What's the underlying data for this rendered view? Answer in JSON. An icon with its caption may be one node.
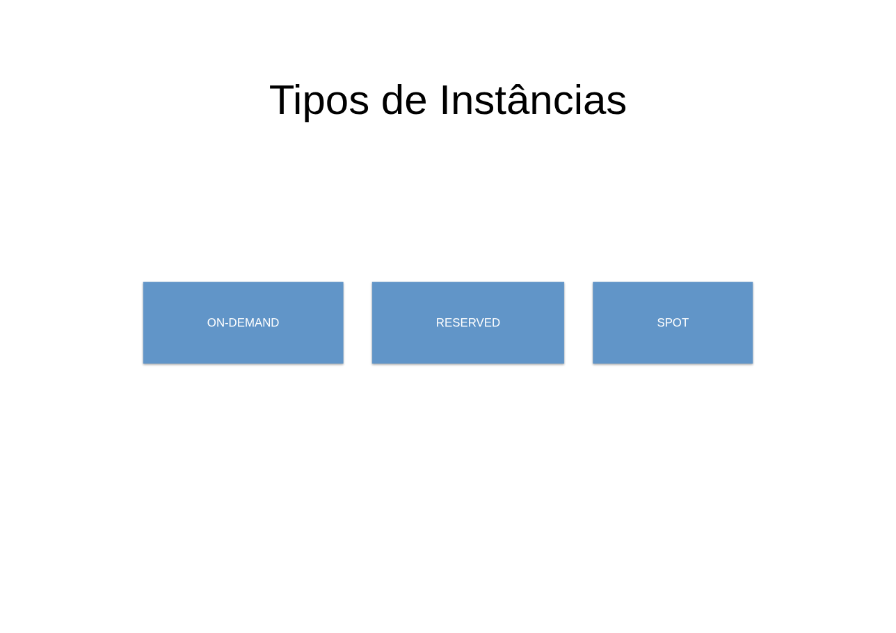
{
  "diagram": {
    "title": "Tipos de Instâncias",
    "nodes": [
      {
        "text": [
          "ON-DEMAND"
        ]
      },
      {
        "text": [
          "RESERVED"
        ]
      },
      {
        "text": [
          "SPOT"
        ]
      }
    ]
  }
}
